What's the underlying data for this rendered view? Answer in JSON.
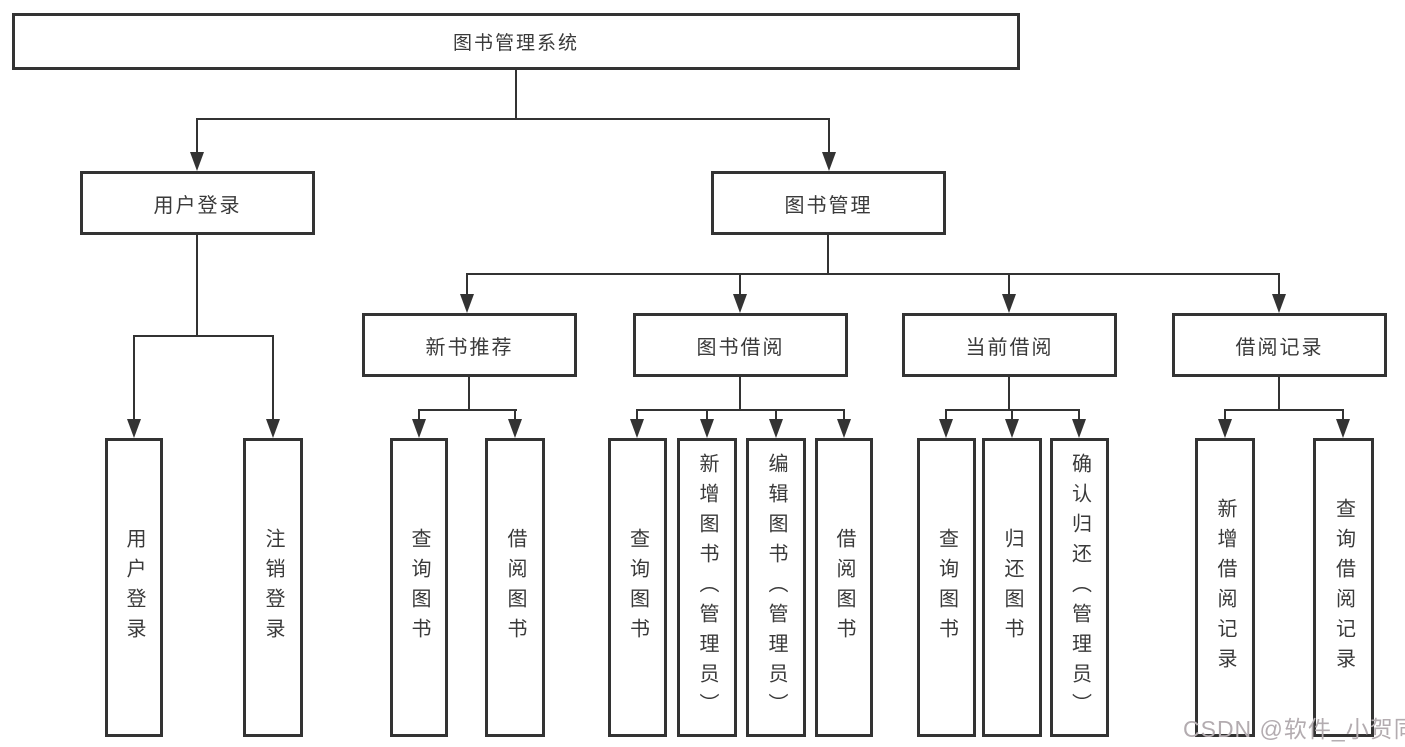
{
  "diagram": {
    "title_note": "functional structure tree",
    "root": {
      "label": "图书管理系统"
    },
    "children": [
      {
        "label": "用户登录",
        "children": [
          {
            "label": "用户登录"
          },
          {
            "label": "注销登录"
          }
        ]
      },
      {
        "label": "图书管理",
        "children": [
          {
            "label": "新书推荐",
            "children": [
              {
                "label": "查询图书"
              },
              {
                "label": "借阅图书"
              }
            ]
          },
          {
            "label": "图书借阅",
            "children": [
              {
                "label": "查询图书"
              },
              {
                "label": "新增图书（管理员）"
              },
              {
                "label": "编辑图书（管理员）"
              },
              {
                "label": "借阅图书"
              }
            ]
          },
          {
            "label": "当前借阅",
            "children": [
              {
                "label": "查询图书"
              },
              {
                "label": "归还图书"
              },
              {
                "label": "确认归还（管理员）"
              }
            ]
          },
          {
            "label": "借阅记录",
            "children": [
              {
                "label": "新增借阅记录"
              },
              {
                "label": "查询借阅记录"
              }
            ]
          }
        ]
      }
    ]
  },
  "watermark": {
    "text": "CSDN @软件_小贺同学"
  },
  "colors": {
    "line": "#333333",
    "box_border": "#333333",
    "box_fill": "#ffffff",
    "text": "#3a3a3a",
    "watermark": "#b3acb0",
    "background": "#ffffff"
  }
}
